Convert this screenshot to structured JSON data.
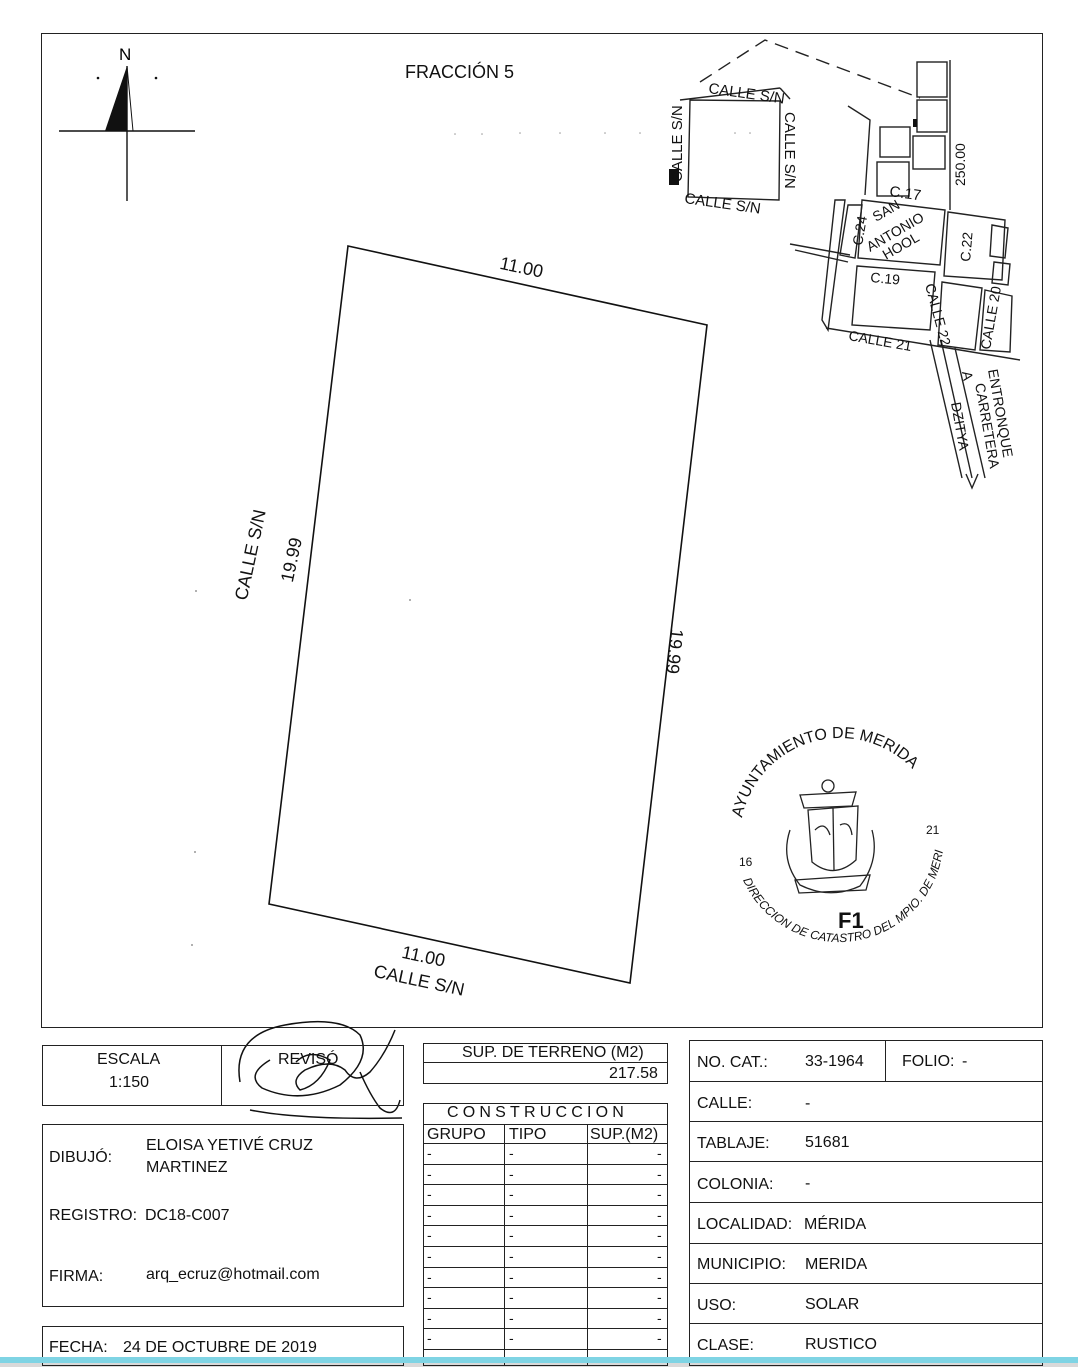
{
  "drawing": {
    "title": "FRACCIÓN 5",
    "north_label": "N",
    "top_side": "11.00",
    "bottom_side": "11.00",
    "bottom_street": "CALLE S/N",
    "left_street": "CALLE S/N",
    "left_side": "19.99",
    "right_side": "19.99"
  },
  "location_map": {
    "block_top": "CALLE S/N",
    "block_bottom": "CALLE S/N",
    "block_left": "CALLE S/N",
    "block_right": "CALLE S/N",
    "dist": "250.00",
    "c17": "C.17",
    "c24": "C.24",
    "town_1": "SAN",
    "town_2": "ANTONIO",
    "town_3": "HOOL",
    "c22": "C.22",
    "c19": "C.19",
    "calle22": "CALLE 22",
    "calle20": "CALLE 20",
    "calle21": "CALLE 21",
    "a_dzitya_1": "A",
    "a_dzitya_2": "DZITYA",
    "entronque_1": "ENTRONQUE",
    "entronque_2": "CARRETERA"
  },
  "seal": {
    "top_text": "AYUNTAMIENTO DE MERIDA",
    "bottom_text": "DIRECCION DE CATASTRO DEL MPIO. DE MERIDA",
    "left_num": "16",
    "right_num": "21",
    "code": "F1"
  },
  "title_block": {
    "escala_label": "ESCALA",
    "escala_value": "1:150",
    "reviso_label": "REVISÓ",
    "dibujo_label": "DIBUJÓ:",
    "dibujo_value_1": "ELOISA YETIVÉ CRUZ",
    "dibujo_value_2": "MARTINEZ",
    "registro_label": "REGISTRO:",
    "registro_value": "DC18-C007",
    "firma_label": "FIRMA:",
    "firma_value": "arq_ecruz@hotmail.com",
    "fecha_label": "FECHA:",
    "fecha_value": "24 DE OCTUBRE DE 2019",
    "sup_label": "SUP. DE TERRENO (M2)",
    "sup_value": "217.58",
    "construccion_label": "CONSTRUCCION",
    "col_grupo": "GRUPO",
    "col_tipo": "TIPO",
    "col_sup": "SUP.(M2)",
    "dash": "-",
    "no_cat_label": "NO. CAT.:",
    "no_cat_value": "33-1964",
    "folio_label": "FOLIO:",
    "folio_value": "-",
    "calle_label": "CALLE:",
    "calle_value": "-",
    "tablaje_label": "TABLAJE:",
    "tablaje_value": "51681",
    "colonia_label": "COLONIA:",
    "colonia_value": "-",
    "localidad_label": "LOCALIDAD:",
    "localidad_value": "MÉRIDA",
    "municipio_label": "MUNICIPIO:",
    "municipio_value": "MERIDA",
    "uso_label": "USO:",
    "uso_value": "SOLAR",
    "clase_label": "CLASE:",
    "clase_value": "RUSTICO"
  }
}
